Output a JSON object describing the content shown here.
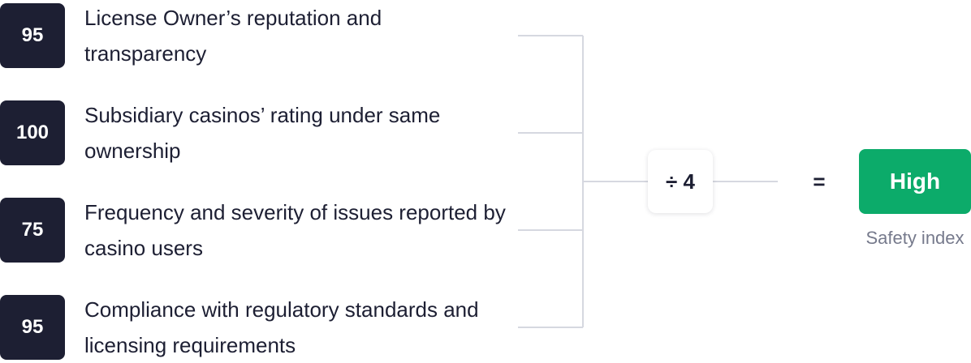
{
  "criteria": [
    {
      "score": "95",
      "label": "License Owner’s reputation and transparency"
    },
    {
      "score": "100",
      "label": "Subsidiary casinos’ rating under same ownership"
    },
    {
      "score": "75",
      "label": "Frequency and severity of issues reported by casino users"
    },
    {
      "score": "95",
      "label": "Compliance with regulatory standards and licensing requirements"
    }
  ],
  "operation": {
    "divide_label": "÷ 4",
    "equals_label": "="
  },
  "result": {
    "value": "High",
    "caption": "Safety index"
  },
  "colors": {
    "score_bg": "#1d1f33",
    "result_bg": "#0cab6a",
    "connector": "#d6d8e0",
    "caption": "#767a8c"
  }
}
